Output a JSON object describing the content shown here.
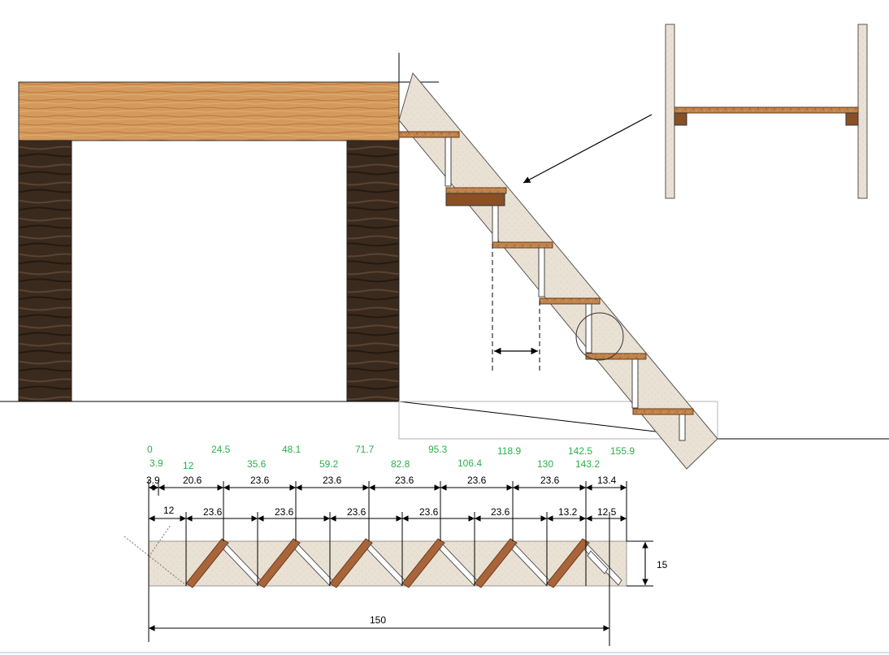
{
  "diagram": {
    "green_positions": [
      "0",
      "3.9",
      "12",
      "24.5",
      "35.6",
      "48.1",
      "59.2",
      "71.7",
      "82.8",
      "95.3",
      "106.4",
      "118.9",
      "130",
      "142.5",
      "143.2",
      "155.9"
    ],
    "top_row_dims": [
      "3.9",
      "20.6",
      "23.6",
      "23.6",
      "23.6",
      "23.6",
      "23.6",
      "13.4"
    ],
    "second_row_dims": [
      "12",
      "23.6",
      "23.6",
      "23.6",
      "23.6",
      "23.6",
      "13.2",
      "12.5"
    ],
    "height_dim": "15",
    "total_length": "150"
  },
  "colors": {
    "wood_light": "#c98a4e",
    "wood_dark": "#3b2a1c",
    "stringer": "#e8e0d3",
    "tread": "#a8643a",
    "green_text": "#2bb04a"
  }
}
